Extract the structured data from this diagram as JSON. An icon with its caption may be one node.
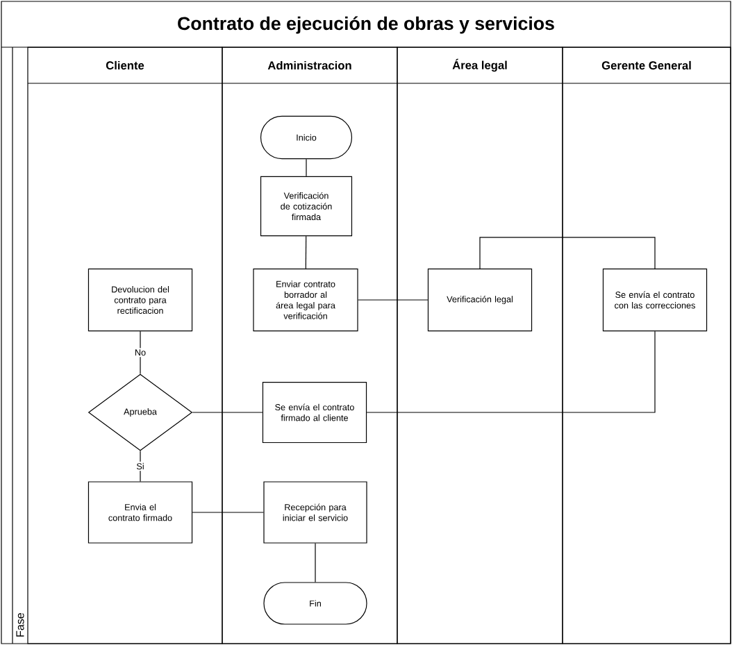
{
  "diagram": {
    "title": "Contrato de ejecución de obras y servicios",
    "nodes": [
      {
        "text": [
          "Cliente"
        ]
      },
      {
        "text": [
          "Administracion"
        ]
      },
      {
        "text": [
          "Área legal"
        ]
      },
      {
        "text": [
          "Gerente General"
        ]
      },
      {
        "text": [
          "Fase"
        ]
      },
      {
        "text": [
          "Inicio"
        ],
        "in": 1
      },
      {
        "text": [
          "Verificación de cotización firmada"
        ],
        "in": 1
      },
      {
        "text": [
          "Devolucion del contrato para rectificacion"
        ],
        "in": 0
      },
      {
        "text": [
          "Enviar contrato borrador al área legal para verificación"
        ],
        "in": 1
      },
      {
        "text": [
          "Verificación legal"
        ],
        "in": 2
      },
      {
        "text": [
          "Se envía el contrato con las correcciones"
        ],
        "in": 3
      },
      {
        "text": [
          "Aprueba"
        ],
        "in": 0
      },
      {
        "text": [
          "Se envía el contrato firmado al cliente"
        ],
        "in": 1
      },
      {
        "text": [
          "Envia el contrato firmado"
        ],
        "in": 0
      },
      {
        "text": [
          "Recepción para iniciar el servicio"
        ],
        "in": 1
      },
      {
        "text": [
          "Fin"
        ],
        "in": 1
      }
    ],
    "edges": [
      {
        "from": 5,
        "to": 6,
        "arrow": "none"
      },
      {
        "from": 6,
        "to": 8,
        "arrow": "none"
      },
      {
        "from": 8,
        "to": 9,
        "arrow": "none"
      },
      {
        "from": 9,
        "to": 10,
        "arrow": "none"
      },
      {
        "from": 10,
        "to": 12,
        "arrow": "none"
      },
      {
        "from": 12,
        "to": 11,
        "arrow": "none"
      },
      {
        "from": 11,
        "to": 7,
        "arrow": "none",
        "label": "No"
      },
      {
        "from": 11,
        "to": 13,
        "arrow": "none",
        "label": "Si"
      },
      {
        "from": 13,
        "to": 14,
        "arrow": "none"
      },
      {
        "from": 14,
        "to": 15,
        "arrow": "none"
      }
    ]
  }
}
